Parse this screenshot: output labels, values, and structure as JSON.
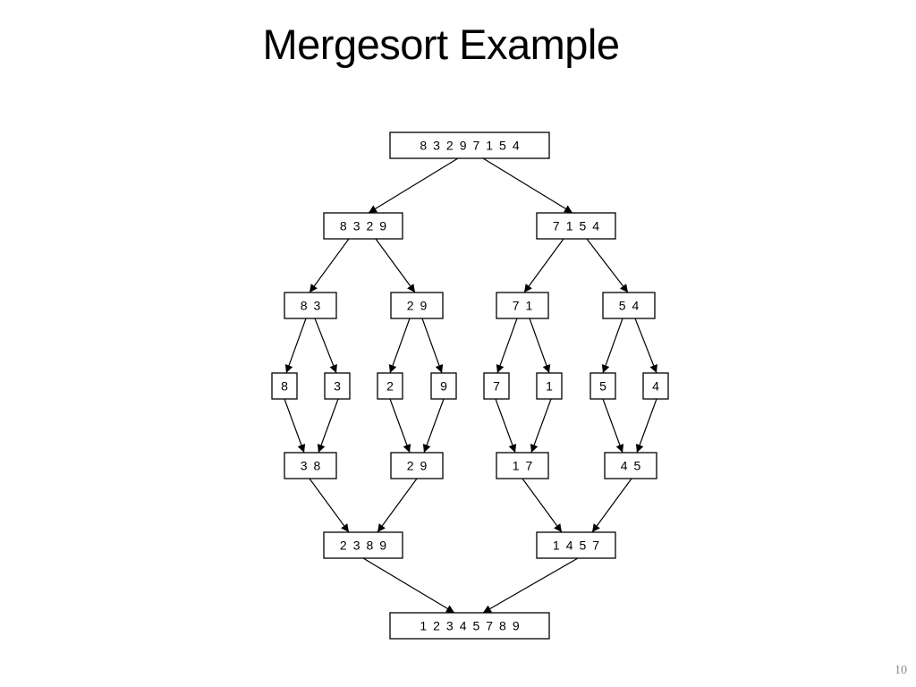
{
  "slide": {
    "title": "Mergesort Example",
    "page_number": "10"
  },
  "diagram": {
    "nodes": [
      {
        "id": "root",
        "label": "8 3 2 9 7 1 5 4"
      },
      {
        "id": "L",
        "label": "8 3 2 9"
      },
      {
        "id": "R",
        "label": "7 1 5 4"
      },
      {
        "id": "LL",
        "label": "8 3"
      },
      {
        "id": "LR",
        "label": "2 9"
      },
      {
        "id": "RL",
        "label": "7 1"
      },
      {
        "id": "RR",
        "label": "5 4"
      },
      {
        "id": "s8",
        "label": "8"
      },
      {
        "id": "s3",
        "label": "3"
      },
      {
        "id": "s2",
        "label": "2"
      },
      {
        "id": "s9",
        "label": "9"
      },
      {
        "id": "s7",
        "label": "7"
      },
      {
        "id": "s1",
        "label": "1"
      },
      {
        "id": "s5",
        "label": "5"
      },
      {
        "id": "s4",
        "label": "4"
      },
      {
        "id": "m38",
        "label": "3 8"
      },
      {
        "id": "m29",
        "label": "2 9"
      },
      {
        "id": "m17",
        "label": "1 7"
      },
      {
        "id": "m45",
        "label": "4 5"
      },
      {
        "id": "m2389",
        "label": "2 3 8 9"
      },
      {
        "id": "m1457",
        "label": "1 4 5 7"
      },
      {
        "id": "final",
        "label": "1 2 3 4 5 7 8 9"
      }
    ],
    "edges": [
      [
        "root",
        "L"
      ],
      [
        "root",
        "R"
      ],
      [
        "L",
        "LL"
      ],
      [
        "L",
        "LR"
      ],
      [
        "R",
        "RL"
      ],
      [
        "R",
        "RR"
      ],
      [
        "LL",
        "s8"
      ],
      [
        "LL",
        "s3"
      ],
      [
        "LR",
        "s2"
      ],
      [
        "LR",
        "s9"
      ],
      [
        "RL",
        "s7"
      ],
      [
        "RL",
        "s1"
      ],
      [
        "RR",
        "s5"
      ],
      [
        "RR",
        "s4"
      ],
      [
        "s8",
        "m38"
      ],
      [
        "s3",
        "m38"
      ],
      [
        "s2",
        "m29"
      ],
      [
        "s9",
        "m29"
      ],
      [
        "s7",
        "m17"
      ],
      [
        "s1",
        "m17"
      ],
      [
        "s5",
        "m45"
      ],
      [
        "s4",
        "m45"
      ],
      [
        "m38",
        "m2389"
      ],
      [
        "m29",
        "m2389"
      ],
      [
        "m17",
        "m1457"
      ],
      [
        "m45",
        "m1457"
      ],
      [
        "m2389",
        "final"
      ],
      [
        "m1457",
        "final"
      ]
    ]
  }
}
